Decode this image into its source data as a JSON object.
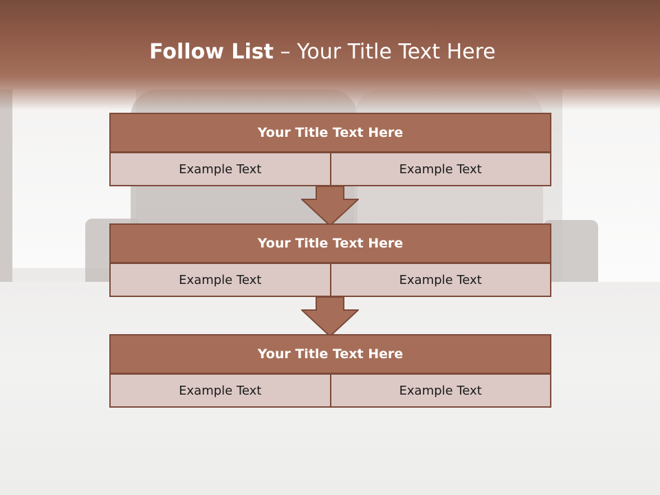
{
  "slide": {
    "title_bold": "Follow List",
    "title_rest": " – Your Title Text Here"
  },
  "colors": {
    "header": "#8f5a47",
    "block_title": "#a66e58",
    "block_border": "#7d4a3a",
    "cell": "#dcc9c5"
  },
  "blocks": [
    {
      "title": "Your Title Text Here",
      "left": "Example Text",
      "right": "Example Text"
    },
    {
      "title": "Your Title Text Here",
      "left": "Example Text",
      "right": "Example Text"
    },
    {
      "title": "Your Title Text Here",
      "left": "Example Text",
      "right": "Example Text"
    }
  ]
}
